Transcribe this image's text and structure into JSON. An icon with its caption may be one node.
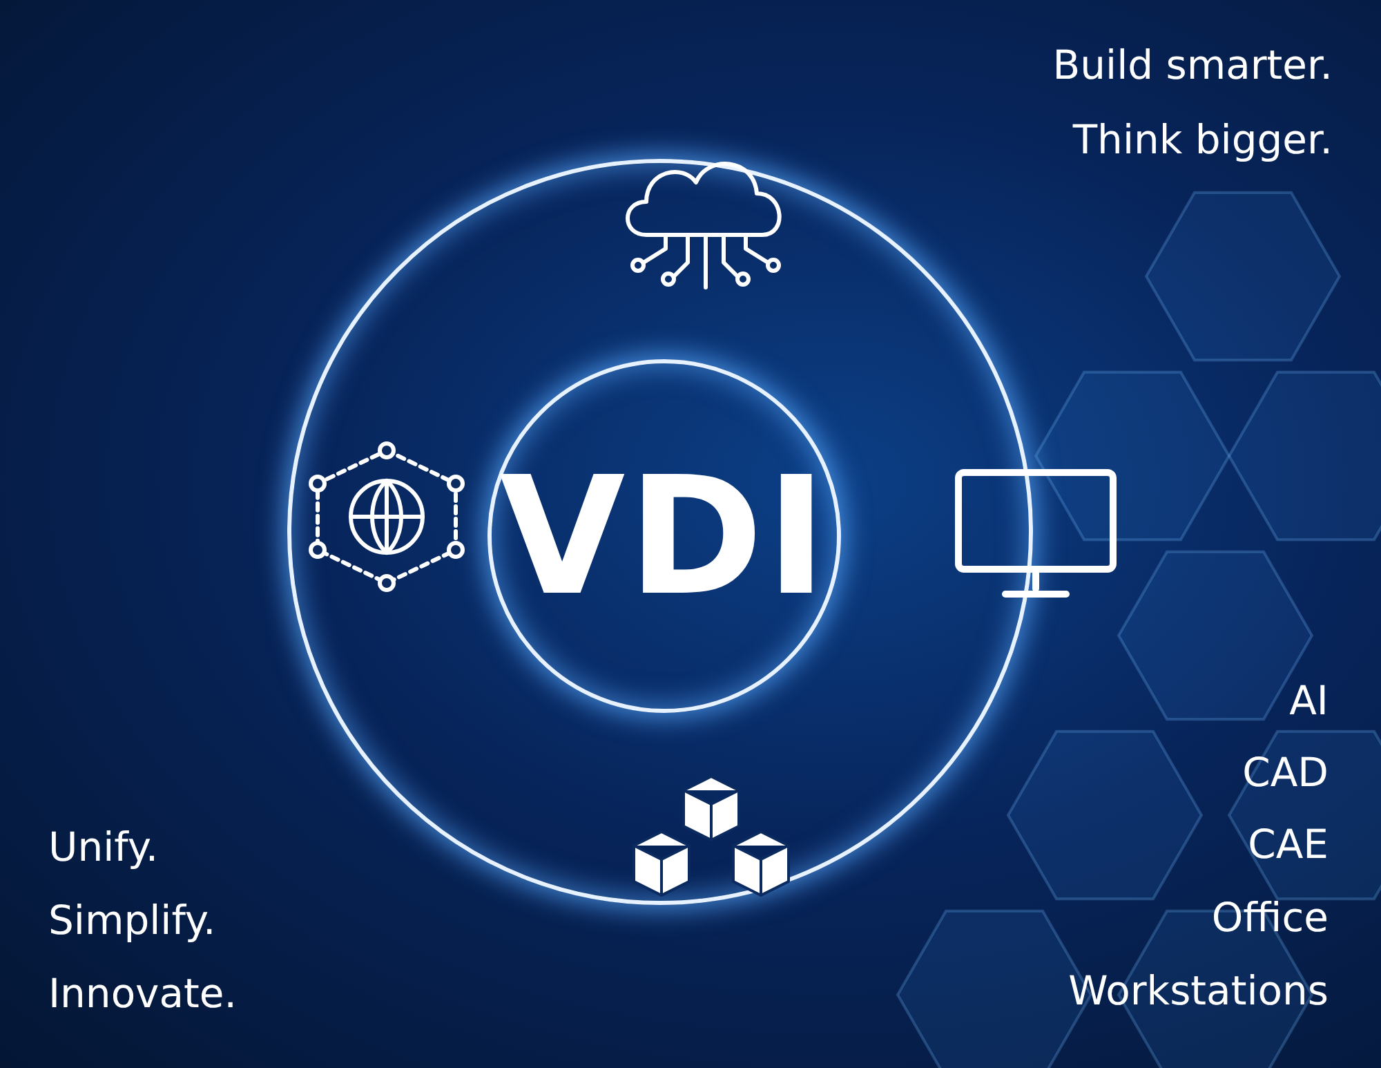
{
  "diagram": {
    "nodes": [
      {
        "text": [],
        "shape": "circle"
      },
      {
        "text": [
          "VDI"
        ],
        "in": 0
      }
    ],
    "labels": [
      "Build smarter.",
      "Think bigger.",
      "Unify.",
      "Simplify.",
      "Innovate.",
      "AI",
      "CAD",
      "CAE",
      "Office",
      "Workstations"
    ]
  }
}
